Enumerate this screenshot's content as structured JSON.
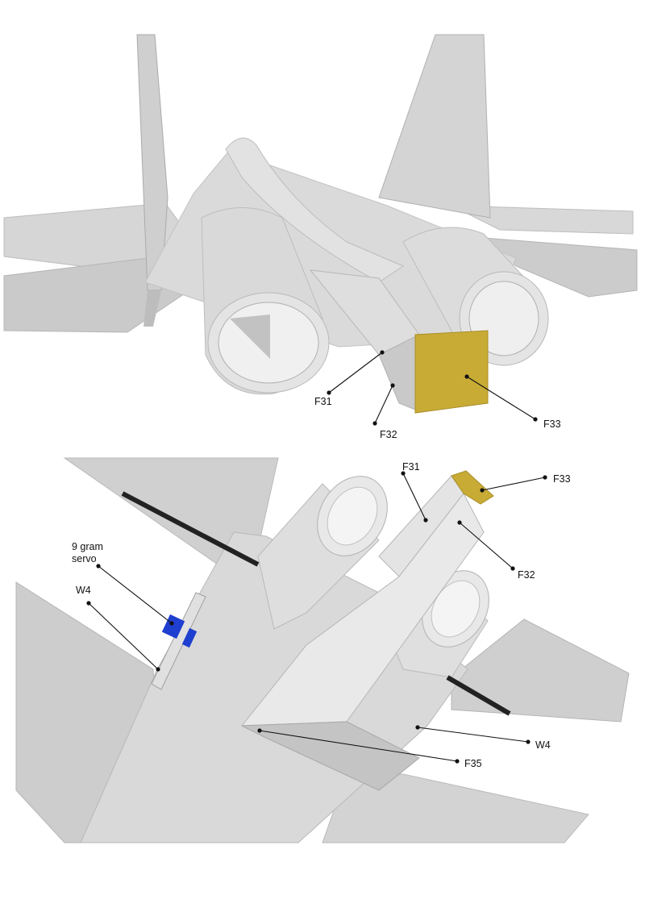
{
  "colors": {
    "background": "#ffffff",
    "model_gray": "#d3d3d3",
    "model_light": "#e6e6e6",
    "model_dark": "#a9a9a9",
    "highlight_part": "#c8ab35",
    "servo": "#1f3fd0",
    "control_rod": "#222222",
    "ink": "#111111"
  },
  "top_view": {
    "labels": {
      "f31": "F31",
      "f32": "F32",
      "f33": "F33"
    }
  },
  "bottom_view": {
    "labels": {
      "f31": "F31",
      "f33": "F33",
      "f32": "F32",
      "servo_line1": "9 gram",
      "servo_line2": "servo",
      "w4_left": "W4",
      "w4_right": "W4",
      "f35": "F35"
    }
  }
}
